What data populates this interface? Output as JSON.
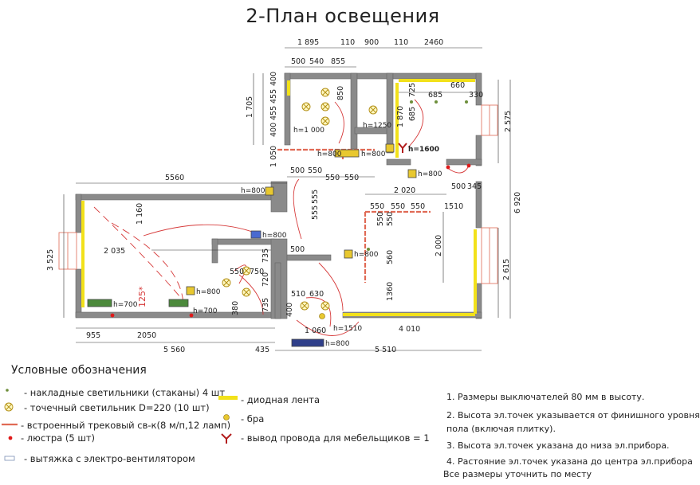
{
  "title": "2-План освещения",
  "dimensions": {
    "top_1895": "1 895",
    "top_110a": "110",
    "top_900": "900",
    "top_110b": "110",
    "top_2460": "2460",
    "top_500": "500",
    "top_540": "540",
    "top_855": "855",
    "left_400": "400",
    "left_455a": "455",
    "left_455b": "455",
    "left_400b": "400",
    "left_1705": "1 705",
    "d_850": "850",
    "d_660": "660",
    "d_685": "685",
    "d_330": "330",
    "d_725": "725",
    "d_685v": "685",
    "d_1870": "1 870",
    "d_2575": "2 575",
    "d_6920": "6 920",
    "d_1050": "1 050",
    "d_5560_top": "5560",
    "d_500a": "500",
    "d_550a": "550",
    "d_550b": "550",
    "d_550c": "550",
    "d_500b": "500",
    "d_345": "345",
    "d_555a": "555",
    "d_555b": "555",
    "d_2020": "2 020",
    "d_550d": "550",
    "d_550e": "550",
    "d_550f": "550",
    "d_1510": "1510",
    "d_550g": "550",
    "d_550h": "550",
    "d_560": "560",
    "d_2000": "2 000",
    "d_1360": "1360",
    "d_2615": "2 615",
    "d_1160": "1 160",
    "d_2035": "2 035",
    "d_3525": "3 525",
    "d_500c": "500",
    "d_735a": "735",
    "d_550i": "550",
    "d_750": "750",
    "d_720": "720",
    "d_735b": "735",
    "d_380": "380",
    "d_510": "510",
    "d_630": "630",
    "d_400": "400",
    "d_1060": "1 060",
    "d_4010": "4 010",
    "d_125": "125*",
    "d_955": "955",
    "d_2050": "2050",
    "d_5560_bottom": "5 560",
    "d_435": "435",
    "d_5510": "5 510"
  },
  "heights": {
    "h1000": "h=1 000",
    "h1250": "h=1250",
    "h800a": "h=800",
    "h800b": "h=800",
    "h1600": "h=1600",
    "h800c": "h=800",
    "h800d": "h=800",
    "h800e": "h=800",
    "h800f": "h=800",
    "h800g": "h=800",
    "h700a": "h=700",
    "h700b": "h=700",
    "h1510": "h=1510",
    "h800h": "h=800"
  },
  "legend": {
    "title": "Условные обозначения",
    "items": [
      "- накладные светильники (стаканы)  4 шт",
      "- точечный светильник D=220 (10 шт)",
      "- встроенный трековый св-к(8 м/п,12 ламп)",
      "- люстра (5 шт)",
      "- вытяжка с электро-вентилятором",
      "- диодная лента",
      "- бра",
      "- вывод провода для мебельщиков = 1"
    ]
  },
  "notes": [
    "1. Размеры  выключателей 80 мм в высоту.",
    "2. Высота эл.точек указывается от финишного уровня",
    "пола (включая плитку).",
    "3. Высота эл.точек указана до низа эл.прибора.",
    "4. Растояние эл.точек указана до центра эл.прибора",
    "Все размеры уточнить по месту"
  ],
  "colors": {
    "wall": "#8a8a8a",
    "led_strip": "#f2e11a",
    "track": "#e06a55",
    "wire": "#d63a3a",
    "chandelier": "#e01919",
    "spot": "#c9a414"
  }
}
